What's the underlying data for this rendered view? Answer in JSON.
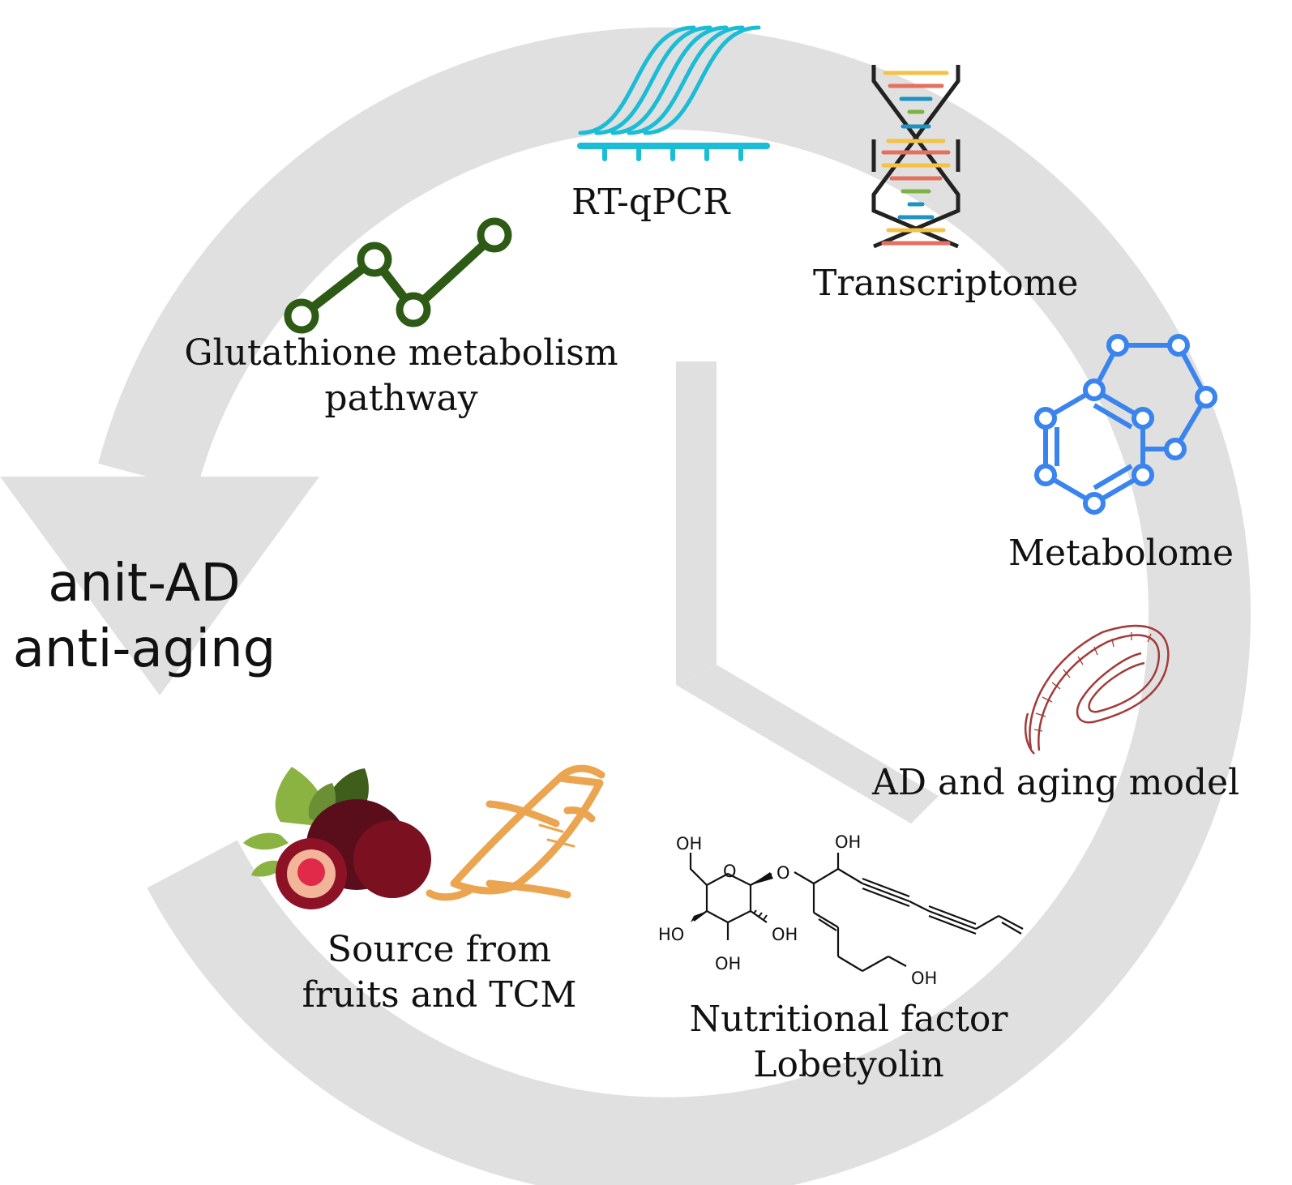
{
  "center": {
    "outcome_line1": "anit-AD",
    "outcome_line2": "anti-aging"
  },
  "steps": {
    "rtqpcr": "RT-qPCR",
    "transcriptome": "Transcriptome",
    "metabolome": "Metabolome",
    "model": "AD and aging model",
    "nutritional_line1": "Nutritional factor",
    "nutritional_line2": "Lobetyolin",
    "source_line1": "Source from",
    "source_line2": "fruits and TCM",
    "glutathione_line1": "Glutathione metabolism",
    "glutathione_line2": "pathway"
  },
  "molecule_labels": {
    "oh_top_left": "OH",
    "oh_top_right": "OH",
    "ring_o": "O",
    "link_o": "O",
    "ho_left": "HO",
    "oh_ring_right": "OH",
    "oh_bottom": "OH",
    "oh_chain_end": "OH"
  },
  "colors": {
    "cycle_gray": "#e0e0e0",
    "pcr_cyan": "#1bbcd6",
    "pathway_green": "#2d5a14",
    "metabolome_blue": "#3a84ee",
    "worm_red": "#a33a3a",
    "ginseng_orange": "#eba550",
    "fruit_red": "#7b1020"
  },
  "icons": [
    "pcr-curve-icon",
    "dna-helix-icon",
    "molecule-network-icon",
    "nematode-worm-icon",
    "lobetyolin-structure-icon",
    "fruit-icon",
    "ginseng-root-icon",
    "pathway-line-icon"
  ]
}
